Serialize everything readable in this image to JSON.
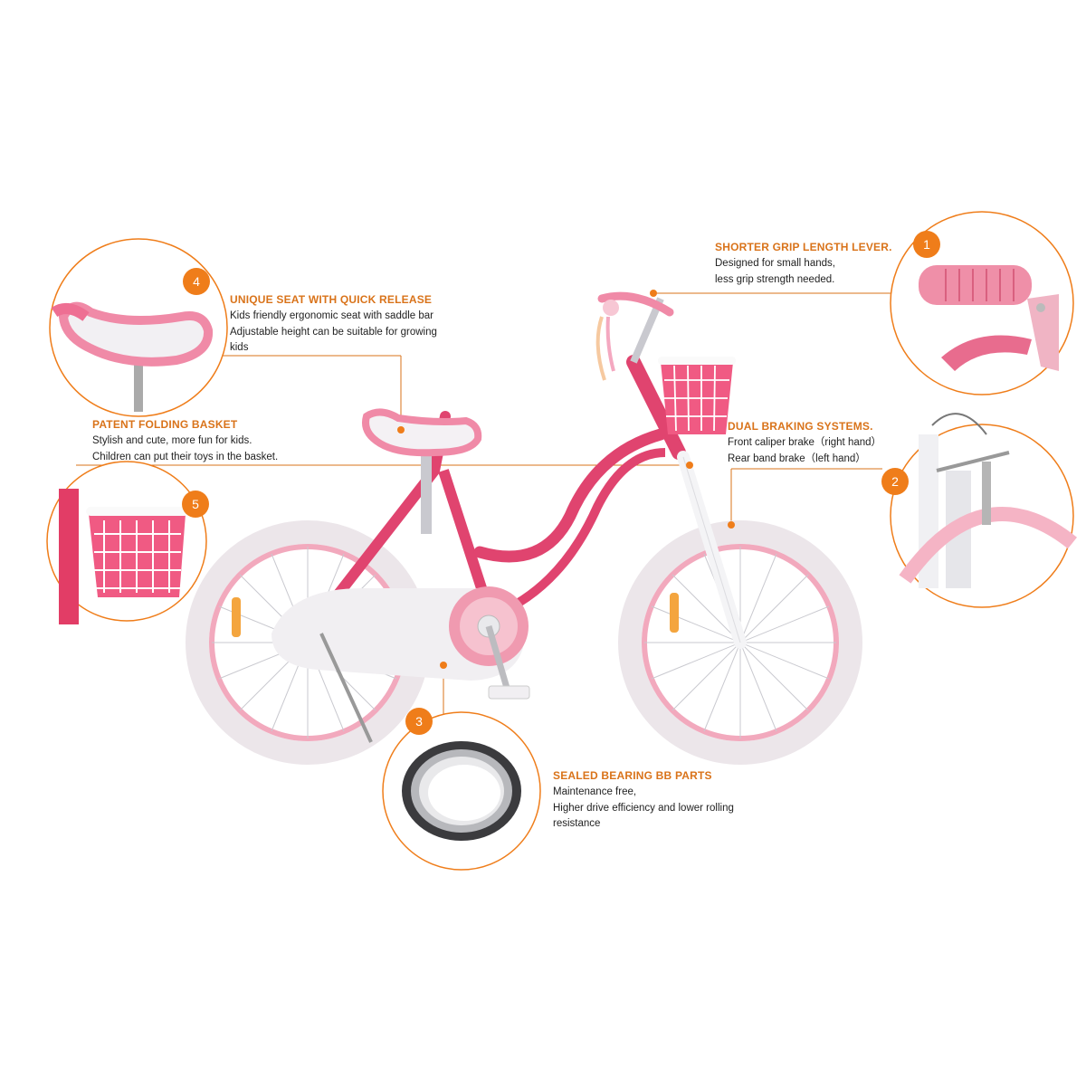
{
  "features": [
    {
      "number": "1",
      "title": "SHORTER GRIP LENGTH LEVER.",
      "lines": [
        "Designed for small hands,",
        "less grip strength needed."
      ]
    },
    {
      "number": "2",
      "title": "DUAL BRAKING SYSTEMS.",
      "lines": [
        "Front caliper brake（right hand）",
        "Rear band brake（left hand）"
      ]
    },
    {
      "number": "3",
      "title": "SEALED BEARING BB PARTS",
      "lines": [
        "Maintenance free,",
        "Higher drive efficiency and lower rolling",
        "resistance"
      ]
    },
    {
      "number": "4",
      "title": "UNIQUE SEAT WITH QUICK RELEASE",
      "lines": [
        "Kids friendly ergonomic seat with saddle bar",
        "Adjustable height can be suitable for growing",
        "kids"
      ]
    },
    {
      "number": "5",
      "title": "PATENT FOLDING BASKET",
      "lines": [
        "Stylish and cute, more fun for kids.",
        "Children can put their toys in the basket."
      ]
    }
  ],
  "colors": {
    "accent": "#ef7d1a",
    "frame": "#e0446f",
    "tire": "#ede6ea",
    "rim": "#f2a9bd"
  }
}
